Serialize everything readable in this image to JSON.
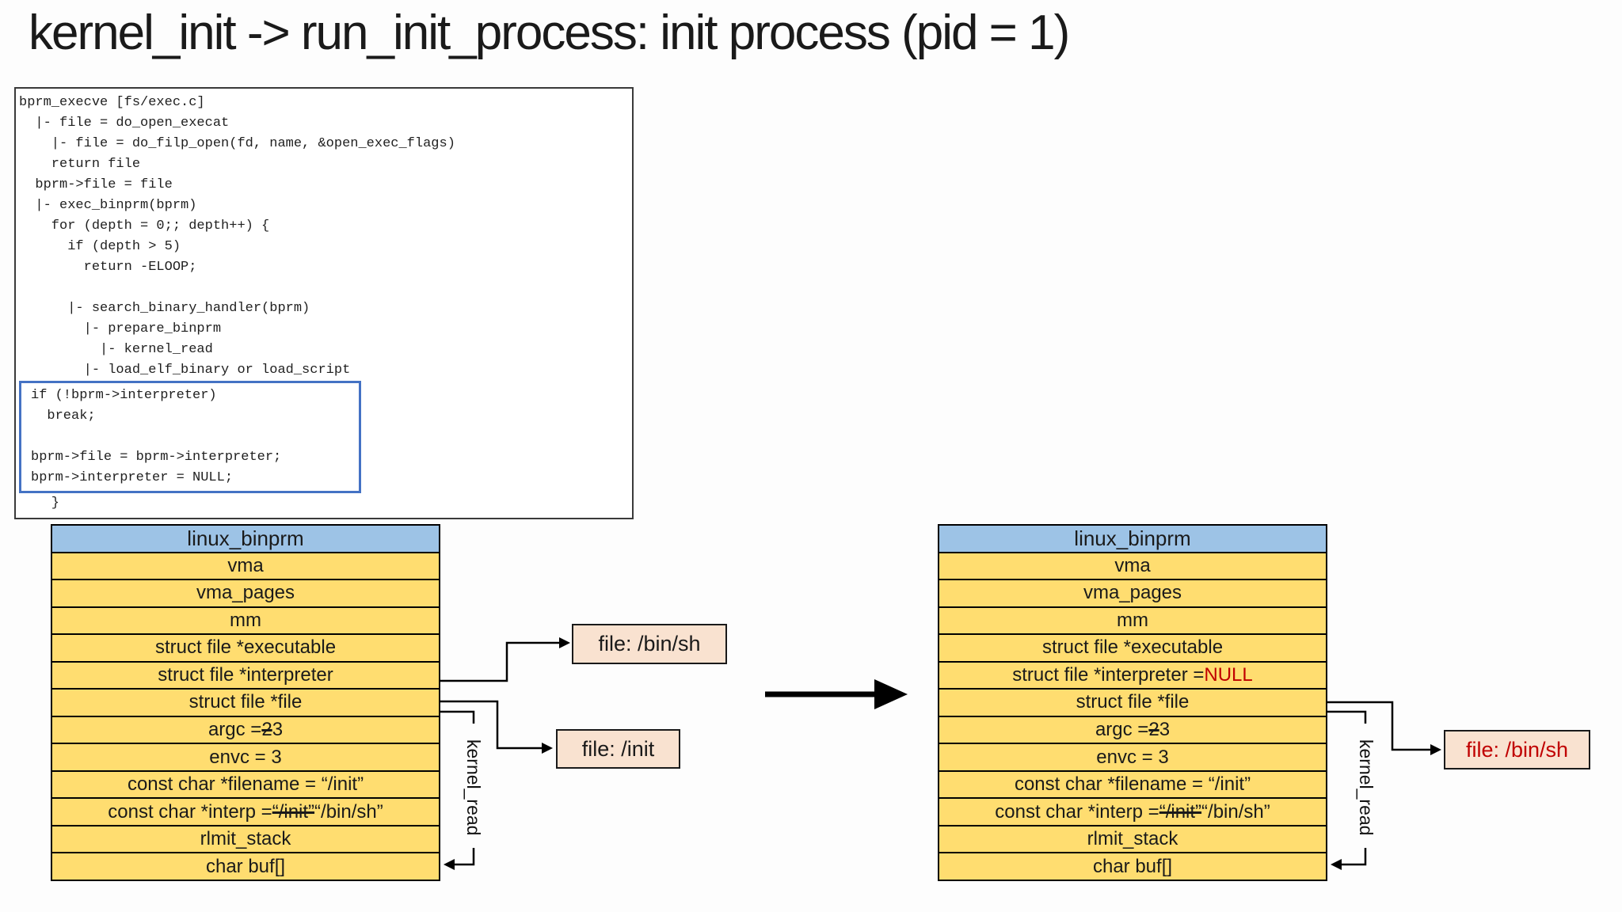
{
  "title": "kernel_init -> run_init_process: init process (pid = 1)",
  "code_panel": {
    "top": "bprm_execve [fs/exec.c]\n  |- file = do_open_execat\n    |- file = do_filp_open(fd, name, &open_exec_flags)\n    return file\n  bprm->file = file\n  |- exec_binprm(bprm)\n    for (depth = 0;; depth++) {\n      if (depth > 5)\n        return -ELOOP;\n\n      |- search_binary_handler(bprm)\n        |- prepare_binprm\n          |- kernel_read\n        |- load_elf_binary or load_script",
    "highlighted": "if (!bprm->interpreter)\n  break;\n\nbprm->file = bprm->interpreter;\nbprm->interpreter = NULL;",
    "closing": "    }"
  },
  "tables": {
    "left": {
      "header": "linux_binprm",
      "rows": [
        [
          {
            "text": "vma"
          }
        ],
        [
          {
            "text": "vma_pages"
          }
        ],
        [
          {
            "text": "mm"
          }
        ],
        [
          {
            "text": "struct file *executable"
          }
        ],
        [
          {
            "text": "struct file *interpreter"
          }
        ],
        [
          {
            "text": "struct file *file"
          }
        ],
        [
          {
            "text": "argc = "
          },
          {
            "text": "2",
            "strike": true
          },
          {
            "text": " 3"
          }
        ],
        [
          {
            "text": "envc = 3"
          }
        ],
        [
          {
            "text": "const char *filename = “/init”"
          }
        ],
        [
          {
            "text": "const char *interp = "
          },
          {
            "text": "“/init”",
            "strike": true
          },
          {
            "text": " “/bin/sh”"
          }
        ],
        [
          {
            "text": "rlmit_stack"
          }
        ],
        [
          {
            "text": "char buf[]"
          }
        ]
      ]
    },
    "right": {
      "header": "linux_binprm",
      "rows": [
        [
          {
            "text": "vma"
          }
        ],
        [
          {
            "text": "vma_pages"
          }
        ],
        [
          {
            "text": "mm"
          }
        ],
        [
          {
            "text": "struct file *executable"
          }
        ],
        [
          {
            "text": "struct file *interpreter = "
          },
          {
            "text": "NULL",
            "red": true
          }
        ],
        [
          {
            "text": "struct file *file"
          }
        ],
        [
          {
            "text": "argc = "
          },
          {
            "text": "2",
            "strike": true
          },
          {
            "text": " 3"
          }
        ],
        [
          {
            "text": "envc = 3"
          }
        ],
        [
          {
            "text": "const char *filename = “/init”"
          }
        ],
        [
          {
            "text": "const char *interp = "
          },
          {
            "text": "“/init”",
            "strike": true
          },
          {
            "text": " “/bin/sh”"
          }
        ],
        [
          {
            "text": "rlmit_stack"
          }
        ],
        [
          {
            "text": "char buf[]"
          }
        ]
      ]
    }
  },
  "file_boxes": {
    "left_binsh": {
      "label": "file: /bin/sh",
      "text_color": "#1a1a1a"
    },
    "init": {
      "label": "file: /init",
      "text_color": "#1a1a1a"
    },
    "right_binsh": {
      "label": "file: /bin/sh",
      "text_color": "#C00000"
    }
  },
  "annotations": {
    "kernel_read_left": "kernel_read",
    "kernel_read_right": "kernel_read"
  },
  "colors": {
    "table_header_bg": "#9DC3E6",
    "table_row_bg": "#FFDD70",
    "file_box_bg": "#F9E2D0",
    "highlight_border": "#4472C4",
    "null_red": "#C00000",
    "connector_black": "#000000"
  }
}
